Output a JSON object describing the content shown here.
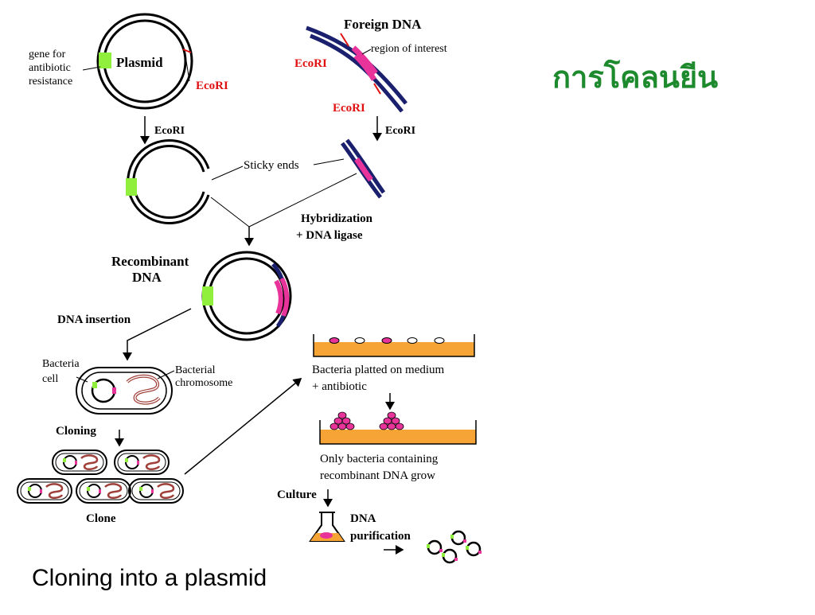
{
  "title_thai": "การโคลนยีน",
  "caption": "Cloning into a plasmid",
  "labels": {
    "gene_for": "gene for",
    "antibiotic": "antibiotic",
    "resistance": "resistance",
    "plasmid": "Plasmid",
    "ecori_plasmid": "EcoRI",
    "ecori_arrow_left": "EcoRI",
    "foreign_dna": "Foreign DNA",
    "region_of_interest": "region of interest",
    "ecori_foreign_top": "EcoRI",
    "ecori_foreign_bottom": "EcoRI",
    "ecori_arrow_right": "EcoRI",
    "sticky_ends": "Sticky ends",
    "hybridization": "Hybridization",
    "dna_ligase": "+ DNA ligase",
    "recombinant": "Recombinant",
    "recombinant_dna": "DNA",
    "dna_insertion": "DNA insertion",
    "bacteria": "Bacteria",
    "cell": "cell",
    "bacterial": "Bacterial",
    "chromosome": "chromosome",
    "cloning": "Cloning",
    "clone": "Clone",
    "plated_1": "Bacteria platted on medium",
    "plated_2": "+ antibiotic",
    "only_1": "Only bacteria containing",
    "only_2": "recombinant DNA grow",
    "culture": "Culture",
    "dna": "DNA",
    "purification": "purification"
  },
  "colors": {
    "title_green": "#1e8a2e",
    "resistance_gene": "#8fef3c",
    "insert_pink": "#e8339a",
    "dna_navy": "#1a1f6e",
    "ecori_red": "#e01010",
    "medium_orange": "#f5a435",
    "chromosome_brown": "#a0403a"
  }
}
